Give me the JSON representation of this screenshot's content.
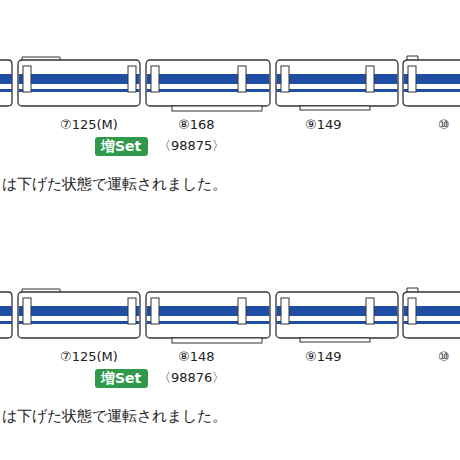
{
  "diagram": {
    "nodes": [
      {
        "text": [
          "増Set"
        ]
      },
      {
        "text": [
          "増Set"
        ]
      }
    ],
    "labels": [
      "⑦125(M)",
      "⑧168",
      "⑨149",
      "⑩",
      "〈98875〉",
      "は下げた状態で運転されました。",
      "⑦125(M)",
      "⑧148",
      "⑨149",
      "⑩",
      "〈98876〉",
      "は下げた状態で運転されました。"
    ]
  }
}
